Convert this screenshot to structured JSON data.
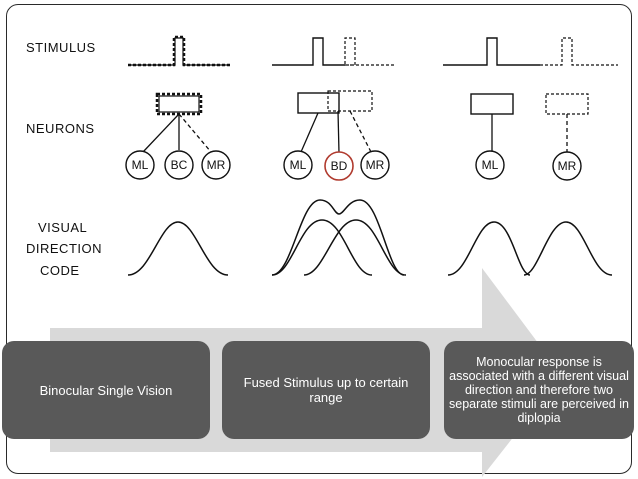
{
  "row_labels": {
    "stimulus": "STIMULUS",
    "neurons": "NEURONS",
    "visual_1": "VISUAL",
    "visual_2": "DIRECTION",
    "visual_3": "CODE"
  },
  "nodes": {
    "left_ml": "ML",
    "left_bc": "BC",
    "left_mr": "MR",
    "mid_ml": "ML",
    "mid_bd": "BD",
    "mid_mr": "MR",
    "right_ml": "ML",
    "right_mr": "MR"
  },
  "stages": [
    {
      "text": "Binocular Single Vision"
    },
    {
      "text": "Fused Stimulus up to certain range"
    },
    {
      "text": "Monocular response is associated with a different visual direction and therefore two separate stimuli are perceived in diplopia"
    }
  ],
  "colors": {
    "stage_box": "#595959",
    "arrow": "#d9d9d9",
    "bd_circle": "#b03a2e"
  }
}
